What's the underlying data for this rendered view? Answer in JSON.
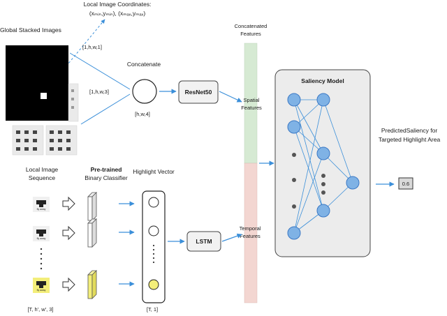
{
  "labels": {
    "local_coords_1": "Local Image Coordinates:",
    "local_coords_2": "(xₘᵢₙ,yₘᵢₙ), (xₘₐₓ,yₘₐₓ)",
    "global_stacked": "Global Stacked Images",
    "shape_hw1": "[1,h,w,1]",
    "shape_hw3": "[1,h,w,3]",
    "concatenate": "Concatenate",
    "shape_hw4": "[h,w,4]",
    "resnet": "ResNet50",
    "concat_features_1": "Concatenated",
    "concat_features_2": "Features",
    "spatial_1": "Spatial",
    "spatial_2": "Features",
    "saliency_model": "Saliency Model",
    "predicted_1": "PredictedSaliency for",
    "predicted_2": "Targeted Highlight Area",
    "predicted_value": "0.6",
    "local_seq_1": "Local Image",
    "local_seq_2": "Sequence",
    "pretrained_1": "Pre-trained",
    "pretrained_2": "Binary Classifier",
    "highlight_vector": "Highlight Vector",
    "lstm": "LSTM",
    "temporal_1": "Temporal",
    "temporal_2": "Features",
    "shape_thw3": "[T, h', w', 3]",
    "shape_t1": "[T, 1]",
    "thumb_label_1": "fly away",
    "thumb_label_2": "fly away",
    "thumb_label_3": "fly away"
  },
  "colors": {
    "arrow": "#3b8fd9",
    "spatial_bar": "#d6ead3",
    "temporal_bar": "#f3d6d1",
    "node_fill": "#7fb2e5",
    "node_stroke": "#3b78c4",
    "highlight_fill": "#f3ee7a",
    "model_bg": "#ececec"
  },
  "network": {
    "layers": [
      {
        "type": "node",
        "count": 2
      },
      {
        "type": "dots",
        "count": 3
      },
      {
        "type": "node",
        "count": 1
      }
    ]
  }
}
